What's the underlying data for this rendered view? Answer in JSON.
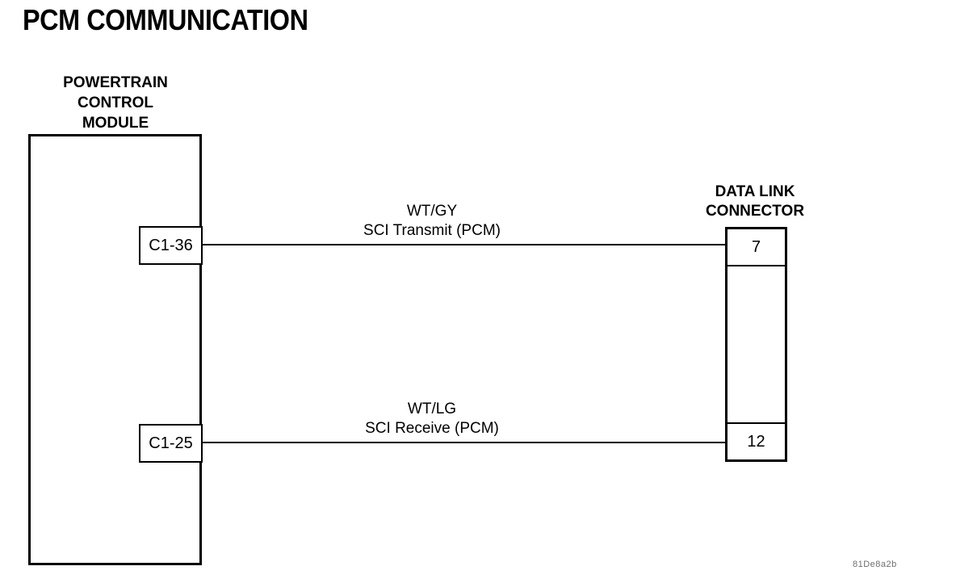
{
  "page": {
    "title": "PCM COMMUNICATION",
    "figure_code": "81De8a2b"
  },
  "pcm": {
    "name": "Powertrain Control Module",
    "label_line1": "POWERTRAIN",
    "label_line2": "CONTROL",
    "label_line3": "MODULE",
    "pins": [
      {
        "id": "C1-36"
      },
      {
        "id": "C1-25"
      }
    ]
  },
  "dlc": {
    "name": "Data Link Connector",
    "label_line1": "DATA LINK",
    "label_line2": "CONNECTOR",
    "pins": [
      {
        "id": "7"
      },
      {
        "id": "12"
      }
    ]
  },
  "wires": [
    {
      "color_code": "WT/GY",
      "signal": "SCI Transmit (PCM)",
      "from_pin": "C1-36",
      "to_pin": "7"
    },
    {
      "color_code": "WT/LG",
      "signal": "SCI Receive (PCM)",
      "from_pin": "C1-25",
      "to_pin": "12"
    }
  ],
  "colors": {
    "line": "#000000",
    "background": "#ffffff",
    "figure_code_text": "#6e6e6e"
  }
}
